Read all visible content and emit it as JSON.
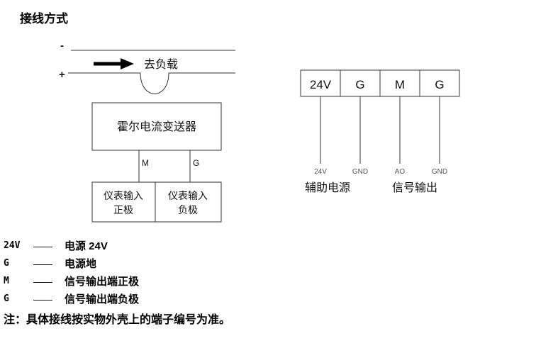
{
  "title": "接线方式",
  "left_diagram": {
    "minus_label": "-",
    "plus_label": "+",
    "load_label": "去负载",
    "transmitter_label": "霍尔电流变送器",
    "terminal_m": "M",
    "terminal_g": "G",
    "box_positive_line1": "仪表输入",
    "box_positive_line2": "正极",
    "box_negative_line1": "仪表输入",
    "box_negative_line2": "负极"
  },
  "right_diagram": {
    "terminals": [
      "24V",
      "G",
      "M",
      "G"
    ],
    "pin_labels": [
      "24V",
      "GND",
      "AO",
      "GND"
    ],
    "group_power_label": "辅助电源",
    "group_signal_label": "信号输出"
  },
  "legend": {
    "items": [
      {
        "key": "24V",
        "dash": "——",
        "desc": "电源 24V"
      },
      {
        "key": "G",
        "dash": "——",
        "desc": "电源地"
      },
      {
        "key": "M",
        "dash": "——",
        "desc": "信号输出端正极"
      },
      {
        "key": "G",
        "dash": "——",
        "desc": "信号输出端负极"
      }
    ],
    "note": "注：具体接线按实物外壳上的端子编号为准。"
  }
}
